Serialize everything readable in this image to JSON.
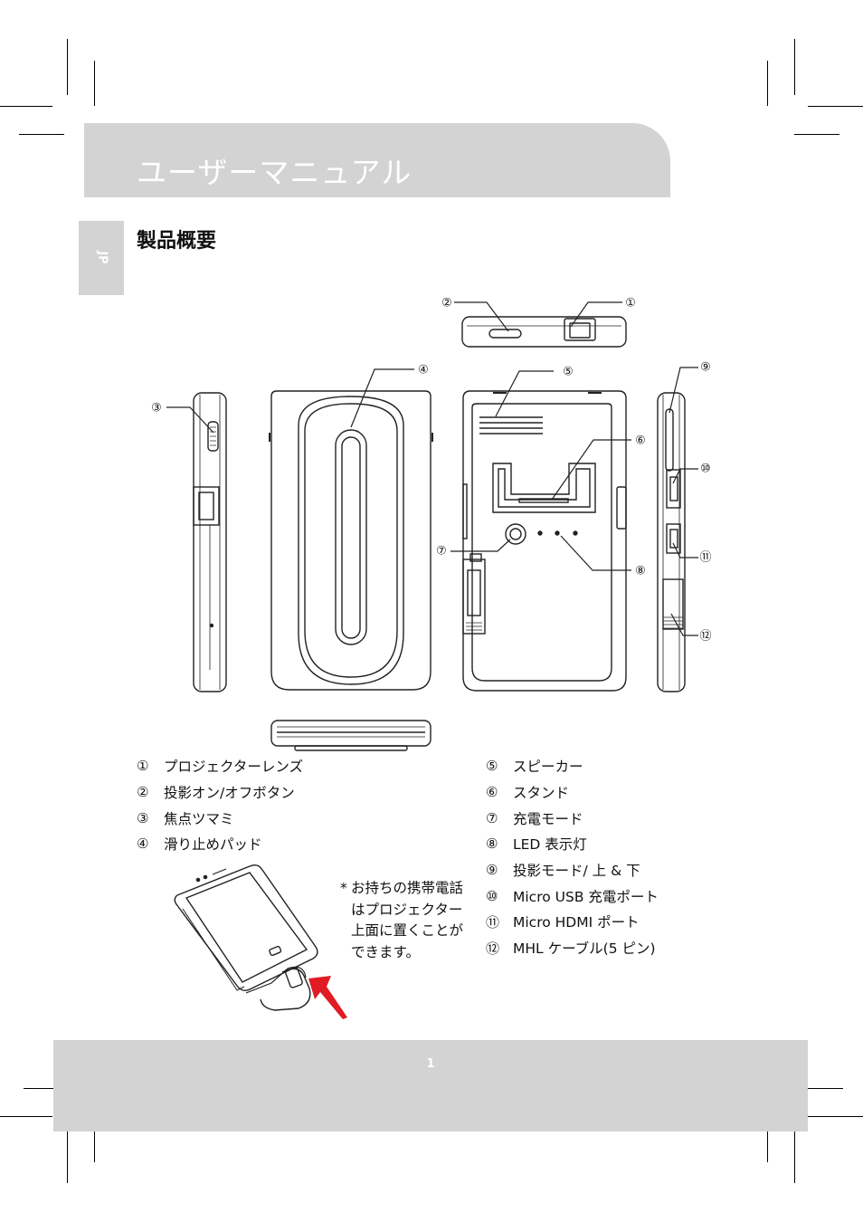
{
  "header": {
    "title": "ユーザーマニュアル"
  },
  "side_tab": {
    "label": "JP"
  },
  "section": {
    "title": "製品概要"
  },
  "callouts": [
    "①",
    "②",
    "③",
    "④",
    "⑤",
    "⑥",
    "⑦",
    "⑧",
    "⑨",
    "⑩",
    "⑪",
    "⑫"
  ],
  "parts_left": [
    {
      "num": "①",
      "label": "プロジェクターレンズ"
    },
    {
      "num": "②",
      "label": "投影オン/オフボタン"
    },
    {
      "num": "③",
      "label": "焦点ツマミ"
    },
    {
      "num": "④",
      "label": "滑り止めパッド"
    }
  ],
  "parts_right": [
    {
      "num": "⑤",
      "label": "スピーカー"
    },
    {
      "num": "⑥",
      "label": "スタンド"
    },
    {
      "num": "⑦",
      "label": "充電モード"
    },
    {
      "num": "⑧",
      "label": "LED 表示灯"
    },
    {
      "num": "⑨",
      "label": "投影モード/ 上 & 下"
    },
    {
      "num": "⑩",
      "label": "Micro USB 充電ポート"
    },
    {
      "num": "⑪",
      "label": "Micro HDMI ポート"
    },
    {
      "num": "⑫",
      "label": "MHL ケーブル(5 ピン)"
    }
  ],
  "note": {
    "mark": "*",
    "text": "お持ちの携帯電話はプロジェクター上面に置くことができます。"
  },
  "footer": {
    "page_number": "1"
  }
}
